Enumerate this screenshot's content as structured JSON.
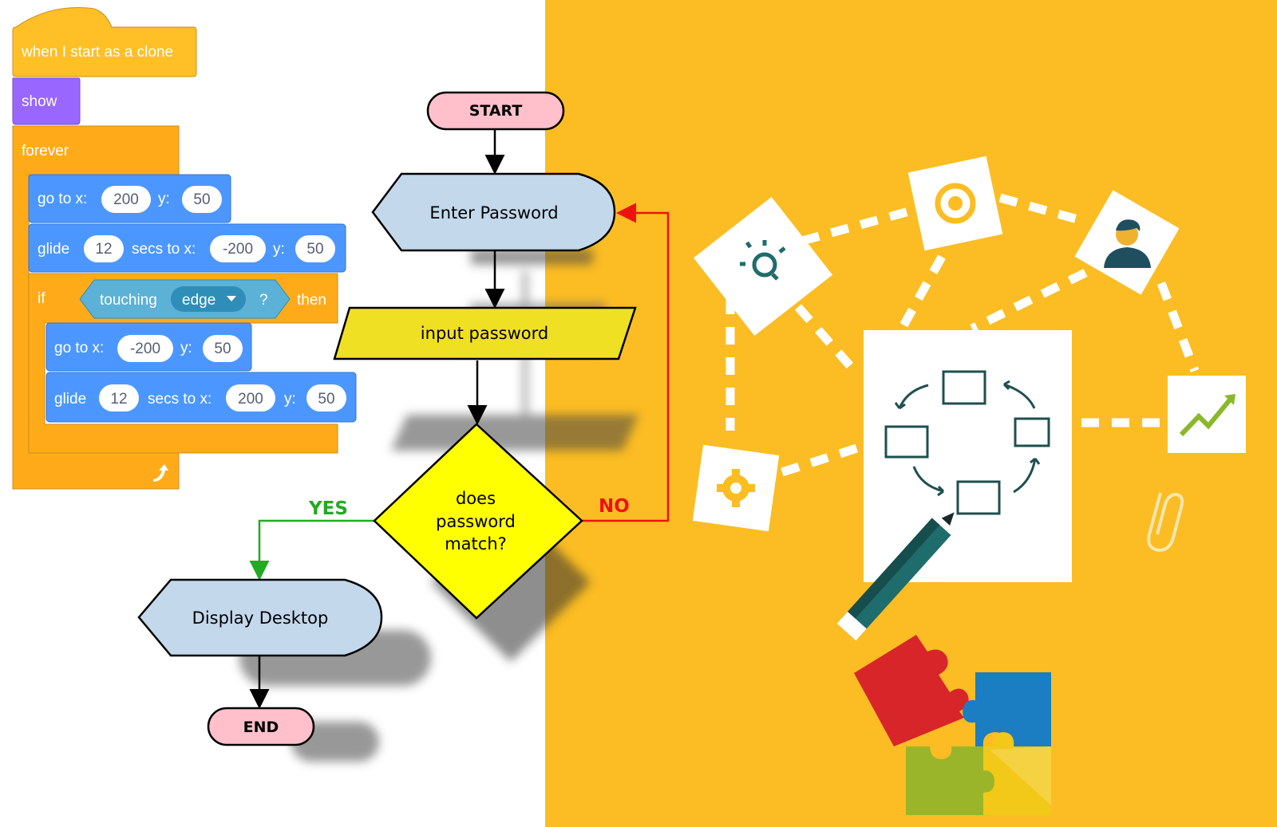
{
  "colors": {
    "right_background": "#FBBD23",
    "event_block": "#FFBF26",
    "looks_block": "#9966FF",
    "control_block": "#FFAB19",
    "motion_block": "#4C97FF",
    "sensing_block": "#5CB1D6",
    "terminator_fill": "#FFC0CB",
    "display_fill": "#C4D8EC",
    "io_fill": "#F0E024",
    "decision_fill": "#FFFF00",
    "yes_color": "#22AA22",
    "no_color": "#EE1111",
    "puzzle_red": "#D8252A",
    "puzzle_blue": "#1B7EC2",
    "puzzle_green": "#9AB52A",
    "puzzle_yellow": "#F2C819",
    "icon_teal": "#1F6C6C"
  },
  "scratch": {
    "hat": "when I start as a clone",
    "show": "show",
    "forever": "forever",
    "goto1": {
      "label": "go to x:",
      "x": "200",
      "y_label": "y:",
      "y": "50"
    },
    "glide1": {
      "label": "glide",
      "secs": "12",
      "mid": "secs to x:",
      "x": "-200",
      "y_label": "y:",
      "y": "50"
    },
    "if_block": {
      "if": "if",
      "touching": "touching",
      "target": "edge",
      "q": "?",
      "then": "then"
    },
    "goto2": {
      "label": "go to x:",
      "x": "-200",
      "y_label": "y:",
      "y": "50"
    },
    "glide2": {
      "label": "glide",
      "secs": "12",
      "mid": "secs to x:",
      "x": "200",
      "y_label": "y:",
      "y": "50"
    }
  },
  "flowchart": {
    "start": "START",
    "enter_password": "Enter Password",
    "input_password": "input password",
    "decision": [
      "does",
      "password",
      "match?"
    ],
    "yes": "YES",
    "no": "NO",
    "display_desktop": "Display Desktop",
    "end": "END"
  },
  "icons": [
    "lightbulb-icon",
    "target-icon",
    "person-icon",
    "gear-icon",
    "trend-chart-icon",
    "cycle-diagram-icon",
    "pencil-icon",
    "paperclip-icon",
    "puzzle-icon"
  ]
}
